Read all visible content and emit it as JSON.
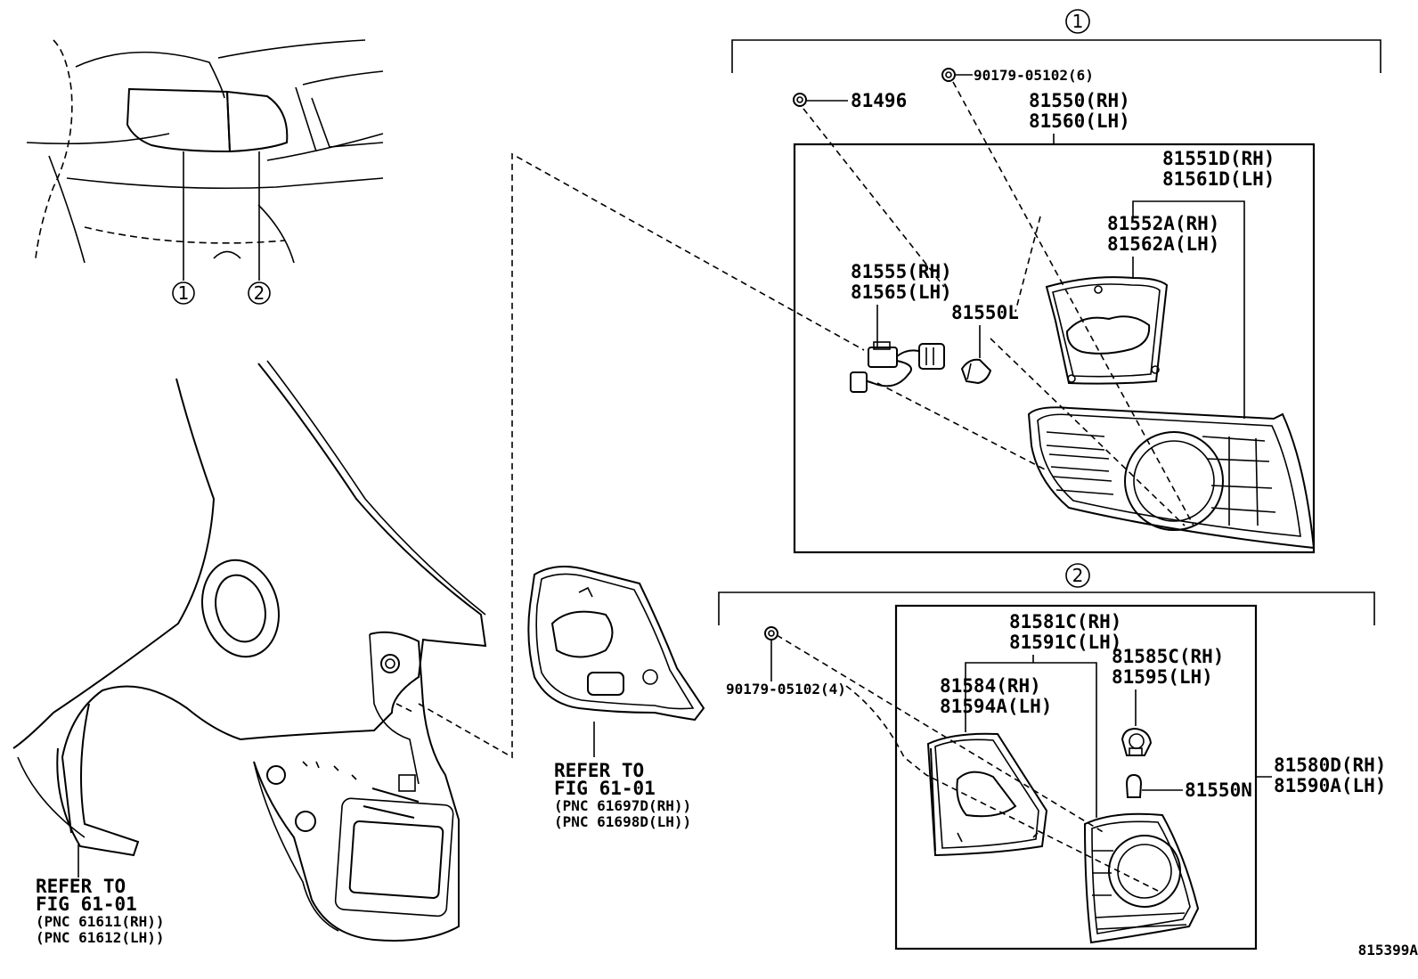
{
  "callouts": {
    "one": "1",
    "two": "2"
  },
  "assembly_1": {
    "screw": "90179-05102(6)",
    "clip": "81496",
    "lamp_assy_rh": "81550(RH)",
    "lamp_assy_lh": "81560(LH)",
    "lens_rh": "81551D(RH)",
    "lens_lh": "81561D(LH)",
    "gasket_rh": "81552A(RH)",
    "gasket_lh": "81562A(LH)",
    "socket_rh": "81555(RH)",
    "socket_lh": "81565(LH)",
    "bulb": "81550L"
  },
  "assembly_2": {
    "screw": "90179-05102(4)",
    "lamp_assy_rh": "81581C(RH)",
    "lamp_assy_lh": "81591C(LH)",
    "gasket_rh": "81584(RH)",
    "gasket_lh": "81594A(LH)",
    "socket_rh": "81585C(RH)",
    "socket_lh": "81595(LH)",
    "bulb": "81550N",
    "lens_rh": "81580D(RH)",
    "lens_lh": "81590A(LH)"
  },
  "refer_panel": {
    "line1": "REFER TO",
    "line2": "FIG 61-01",
    "line3": "(PNC 61697D(RH))",
    "line4": "(PNC 61698D(LH))"
  },
  "refer_quarter": {
    "line1": "REFER TO",
    "line2": "FIG 61-01",
    "line3": "(PNC 61611(RH))",
    "line4": "(PNC 61612(LH))"
  },
  "figure_id": "815399A"
}
